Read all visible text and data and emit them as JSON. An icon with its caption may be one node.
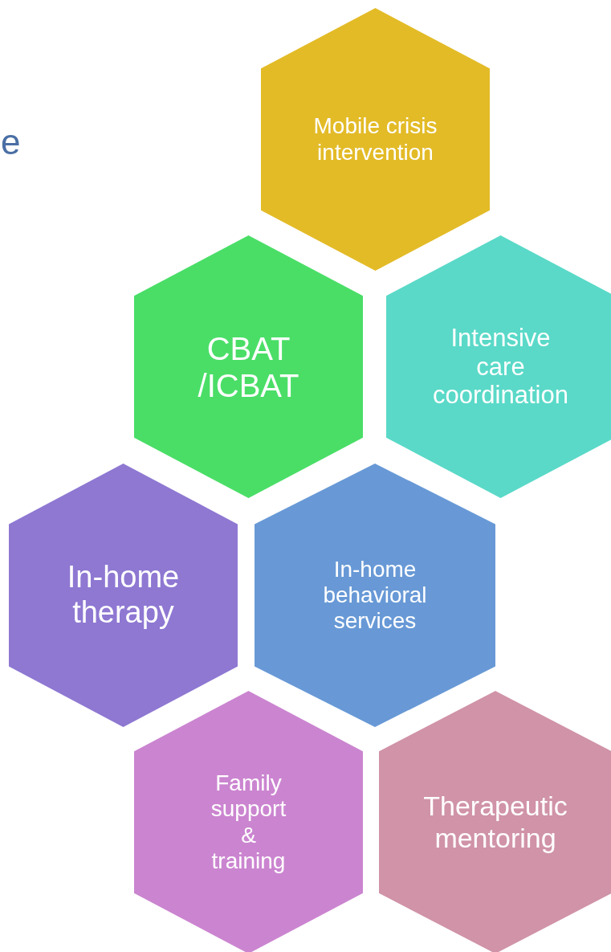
{
  "diagram": {
    "nodes": [
      {
        "text": [
          "Mobile crisis intervention"
        ]
      },
      {
        "text": [
          "CBAT /ICBAT"
        ]
      },
      {
        "text": [
          "Intensive care coordination"
        ]
      },
      {
        "text": [
          "In-home therapy"
        ]
      },
      {
        "text": [
          "In-home behavioral services"
        ]
      },
      {
        "text": [
          "Family support & training"
        ]
      },
      {
        "text": [
          "Therapeutic mentoring"
        ]
      }
    ],
    "labels": [
      "e"
    ]
  }
}
